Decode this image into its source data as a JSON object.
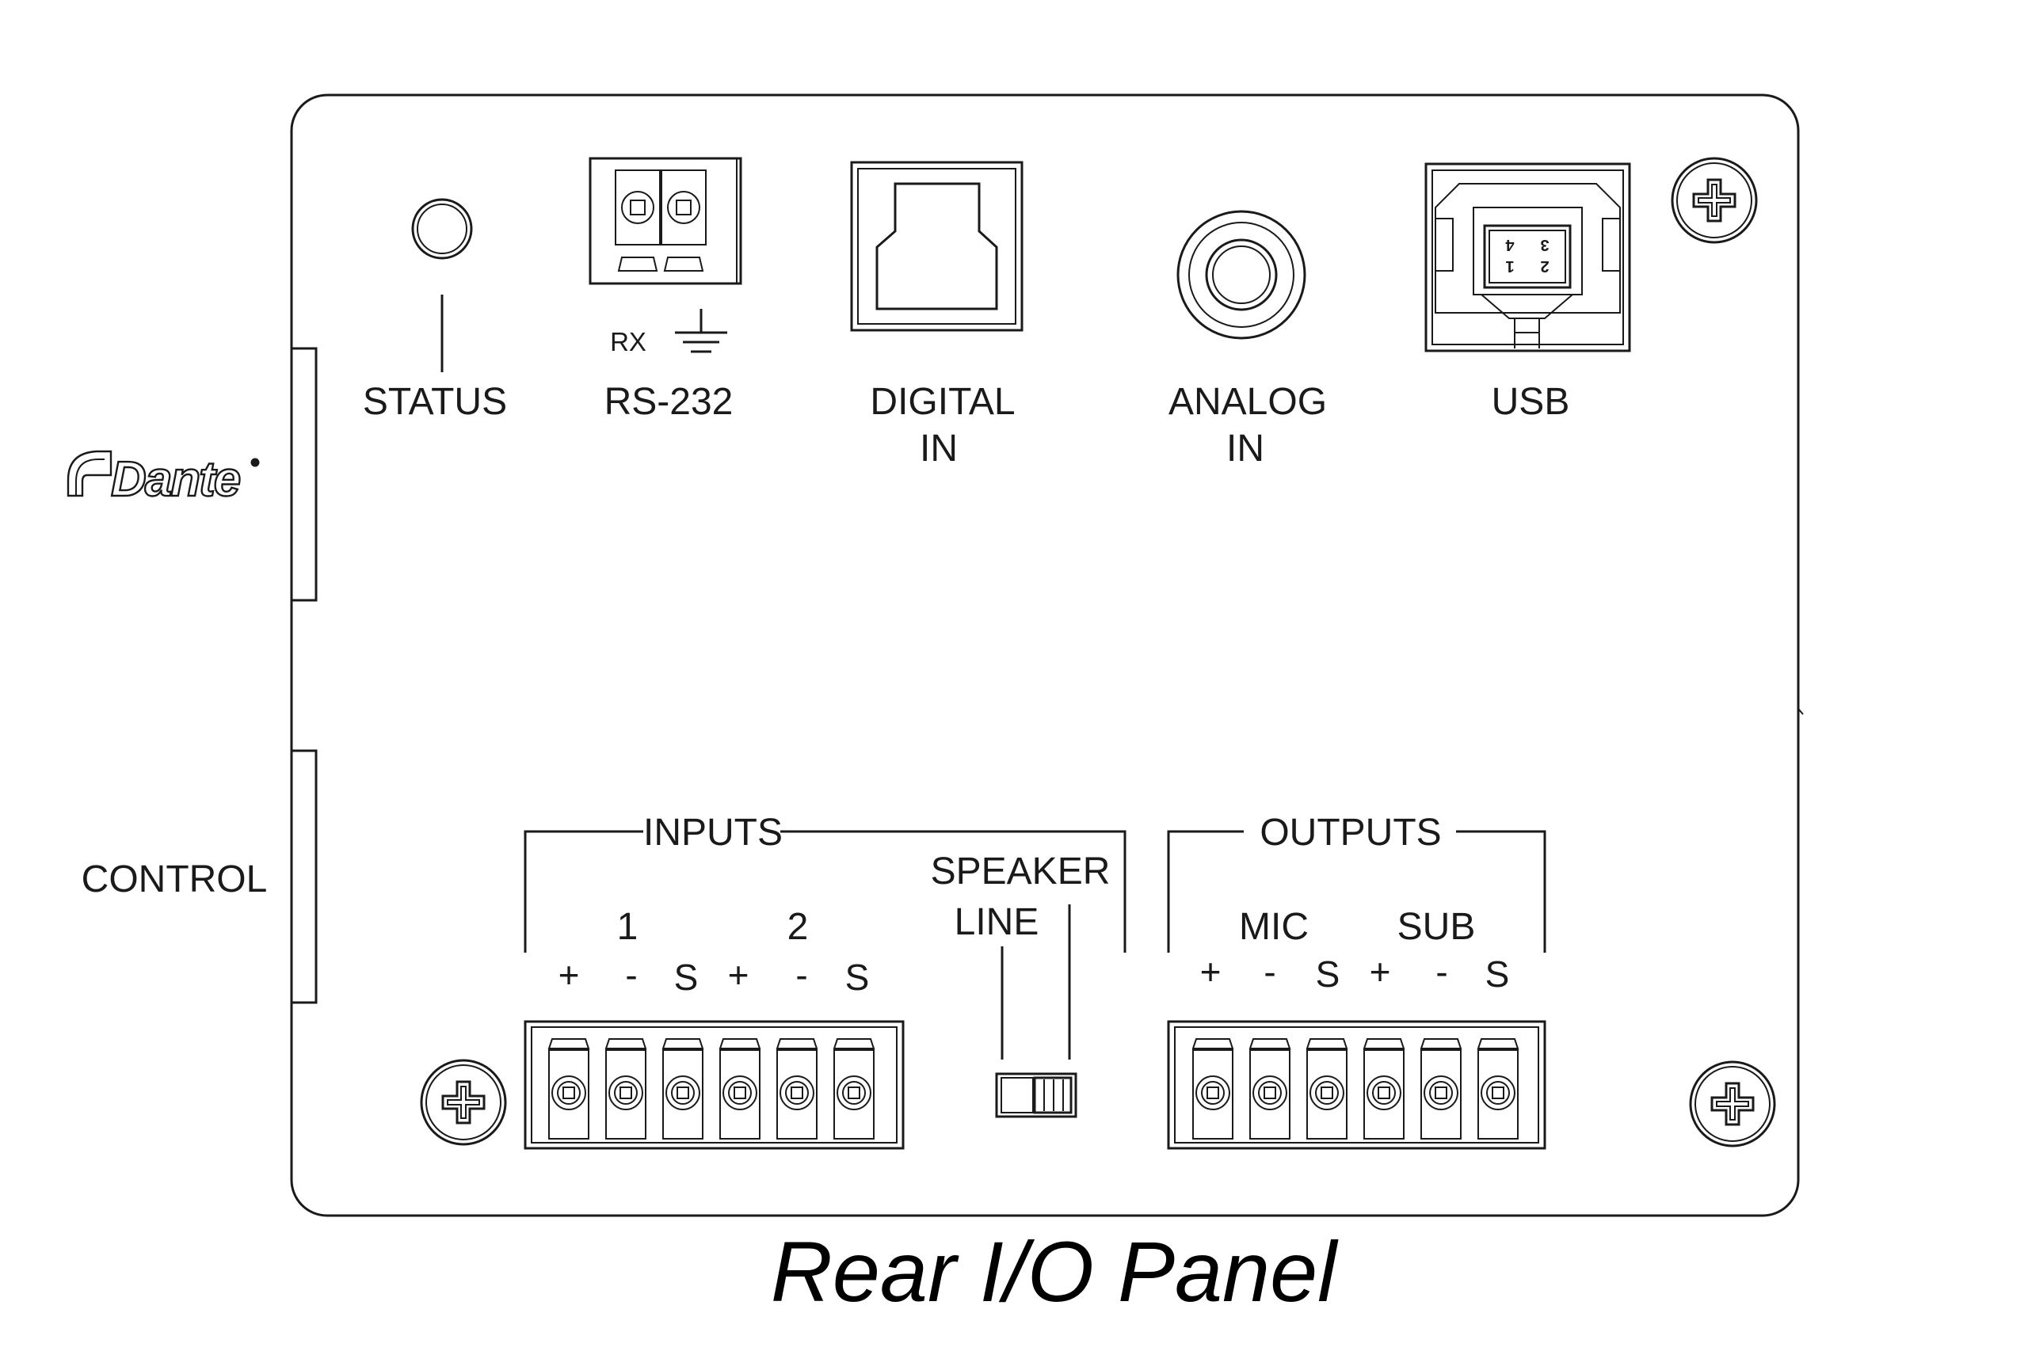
{
  "title": "Rear I/O Panel",
  "labels": {
    "dante": "Dante",
    "control": "CONTROL",
    "status": "STATUS",
    "rs232": "RS-232",
    "rx": "RX",
    "digital_in": [
      "DIGITAL",
      "IN"
    ],
    "analog_in": [
      "ANALOG",
      "IN"
    ],
    "usb": "USB",
    "usb_pins": [
      "2",
      "1",
      "3",
      "4"
    ],
    "inputs": "INPUTS",
    "outputs": "OUTPUTS",
    "speaker": "SPEAKER",
    "line": "LINE",
    "input_channels": [
      "1",
      "2"
    ],
    "output_channels": [
      "MIC",
      "SUB"
    ],
    "input_pins": [
      "+",
      "-",
      "S",
      "+",
      "-",
      "S"
    ],
    "output_pins": [
      "+",
      "-",
      "S",
      "+",
      "-",
      "S"
    ]
  },
  "colors": {
    "stroke": "#1a1a1a",
    "background": "#ffffff"
  },
  "icons": [
    "led-icon",
    "ground-icon",
    "screw-icon",
    "terminal-block-icon",
    "optical-port-icon",
    "rca-jack-icon",
    "usb-b-port-icon",
    "slide-switch-icon"
  ]
}
